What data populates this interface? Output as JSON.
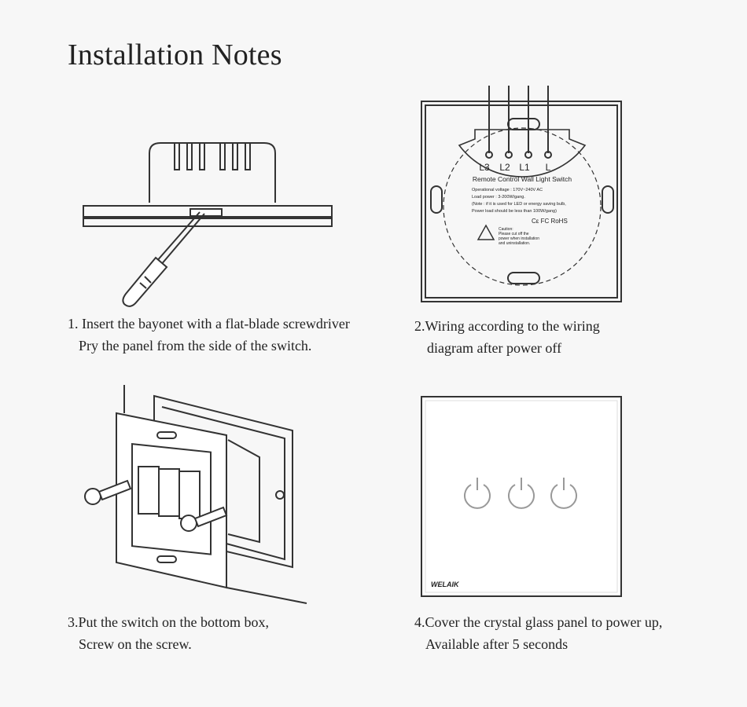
{
  "page": {
    "title": "Installation Notes"
  },
  "steps": [
    {
      "line1": "1. Insert the bayonet with a flat-blade screwdriver",
      "line2": "Pry the panel from the side of the switch."
    },
    {
      "line1": "2.Wiring according to the wiring",
      "line2": "diagram after power off"
    },
    {
      "line1": "3.Put the switch on the bottom box,",
      "line2": "Screw on the screw."
    },
    {
      "line1": "4.Cover the crystal glass panel to power up,",
      "line2": "Available after 5 seconds"
    }
  ],
  "wiring": {
    "terminals": [
      "L3",
      "L2",
      "L1",
      "L"
    ],
    "product": "Remote Control Wall Light Switch",
    "specs": [
      "Operational voltage : 170V~240V AC",
      "Load power : 3-200W/gang.",
      "(Note : if it is used for LED or energy saving bulb,",
      "Power load should be less than 100W/gang)"
    ],
    "certs": "Cε FC RoHS",
    "caution": [
      "Caution:",
      "Please cut off the",
      "power when installation",
      "and uninstallation."
    ]
  },
  "panel": {
    "brand": "WELAIK"
  }
}
